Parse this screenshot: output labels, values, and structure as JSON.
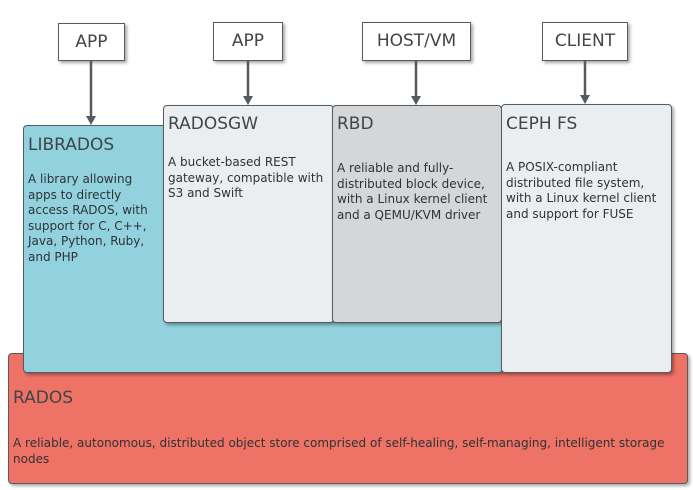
{
  "top_boxes": {
    "app1": "APP",
    "app2": "APP",
    "host_vm": "HOST/VM",
    "client": "CLIENT"
  },
  "librados": {
    "title": "LIBRADOS",
    "description": "A library allowing apps to directly access RADOS, with support for C, C++, Java, Python, Ruby, and PHP"
  },
  "radosgw": {
    "title": "RADOSGW",
    "description": "A bucket-based REST gateway, compatible with S3 and Swift"
  },
  "rbd": {
    "title": "RBD",
    "description": "A reliable and fully-distributed block device, with a Linux kernel client and a QEMU/KVM driver"
  },
  "cephfs": {
    "title": "CEPH FS",
    "description": "A POSIX-compliant distributed file system, with a Linux kernel client and support for FUSE"
  },
  "rados": {
    "title": "RADOS",
    "description": "A reliable, autonomous, distributed object store comprised of self-healing, self-managing, intelligent storage nodes"
  },
  "colors": {
    "librados": "#92d1de",
    "radosgw": "#ebeef0",
    "rbd": "#d4d6d8",
    "cephfs": "#ebeef0",
    "rados": "#ef7266",
    "arrow": "#555b5f"
  }
}
